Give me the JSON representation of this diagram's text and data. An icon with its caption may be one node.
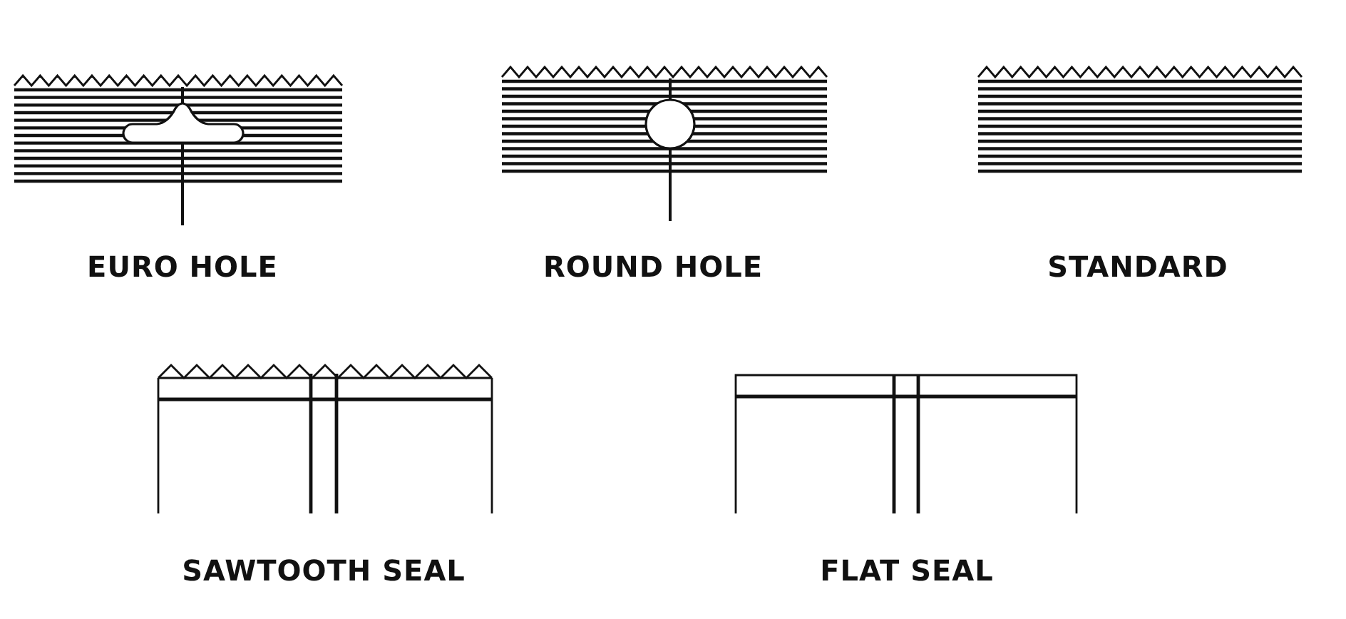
{
  "diagram": {
    "labels": [
      "EURO HOLE",
      "ROUND HOLE",
      "STANDARD",
      "SAWTOOTH SEAL",
      "FLAT SEAL"
    ]
  }
}
